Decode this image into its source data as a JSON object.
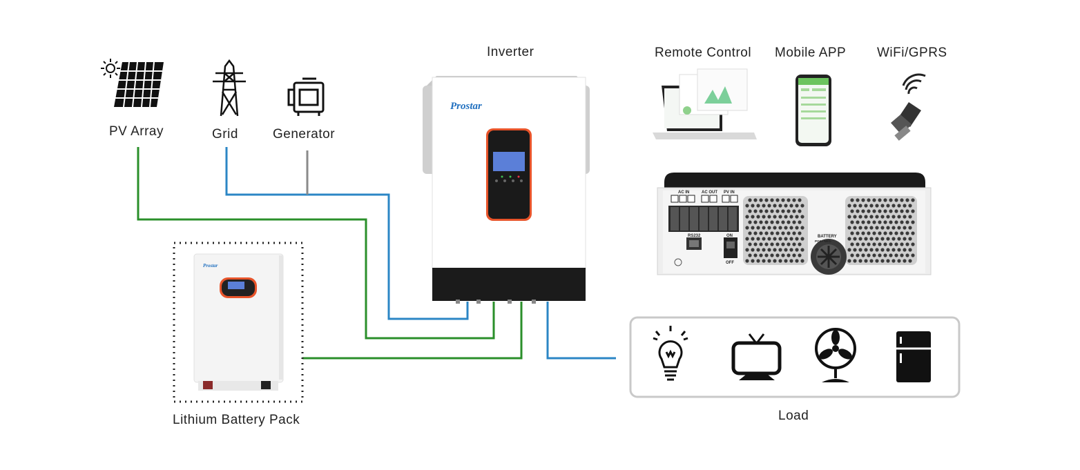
{
  "labels": {
    "pv_array": "PV Array",
    "grid": "Grid",
    "generator": "Generator",
    "inverter": "Inverter",
    "remote_control": "Remote Control",
    "mobile_app": "Mobile APP",
    "wifi_gprs": "WiFi/GPRS",
    "battery": "Lithium Battery Pack",
    "load": "Load"
  },
  "brand": {
    "inverter_logo": "Prostar",
    "battery_logo": "Prostar"
  },
  "rear_panel": {
    "ac_in": "AC IN",
    "ac_out": "AC OUT",
    "pv_in": "PV IN",
    "rs232": "RS232",
    "on": "ON",
    "off": "OFF",
    "battery": "BATTERY",
    "pos_neg": "POS+  NEG-"
  },
  "colors": {
    "pv_line": "#2a8f2a",
    "grid_line": "#2b86c5",
    "generator_line": "#8a8a8a",
    "inverter_bottom": "#1b1b1b",
    "screen_accent": "#e8542a",
    "screen_display": "#5b7fd8"
  },
  "icons": [
    "sun-icon",
    "solar-panel-icon",
    "transmission-tower-icon",
    "generator-icon",
    "laptop-icon",
    "smartphone-icon",
    "wifi-dongle-icon",
    "light-bulb-icon",
    "tv-icon",
    "fan-icon",
    "refrigerator-icon"
  ]
}
